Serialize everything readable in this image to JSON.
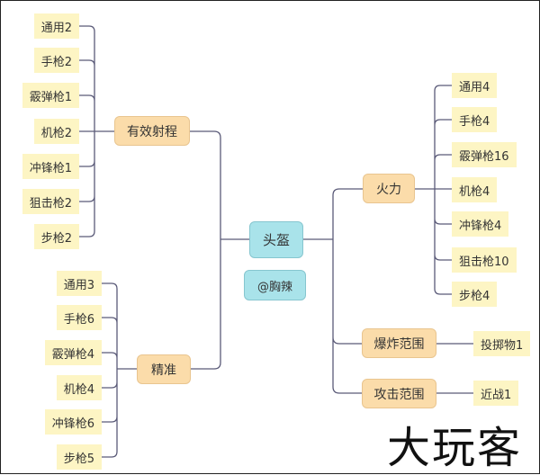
{
  "root": {
    "title": "头盔",
    "author": "@胸辣"
  },
  "branches": {
    "range": {
      "label": "有效射程",
      "leaves": [
        "通用2",
        "手枪2",
        "霰弹枪1",
        "机枪2",
        "冲锋枪1",
        "狙击枪2",
        "步枪2"
      ]
    },
    "accuracy": {
      "label": "精准",
      "leaves": [
        "通用3",
        "手枪6",
        "霰弹枪4",
        "机枪4",
        "冲锋枪6",
        "步枪5"
      ]
    },
    "firepower": {
      "label": "火力",
      "leaves": [
        "通用4",
        "手枪4",
        "霰弹枪16",
        "机枪4",
        "冲锋枪4",
        "狙击枪10",
        "步枪4"
      ]
    },
    "blast": {
      "label": "爆炸范围",
      "leaves": [
        "投掷物1"
      ]
    },
    "attack": {
      "label": "攻击范围",
      "leaves": [
        "近战1"
      ]
    }
  },
  "watermark": "大玩客",
  "colors": {
    "leaf": "#fdf5c4",
    "branch": "#fbdcaa",
    "root": "#a9e3ea",
    "line": "#5a5a78"
  }
}
